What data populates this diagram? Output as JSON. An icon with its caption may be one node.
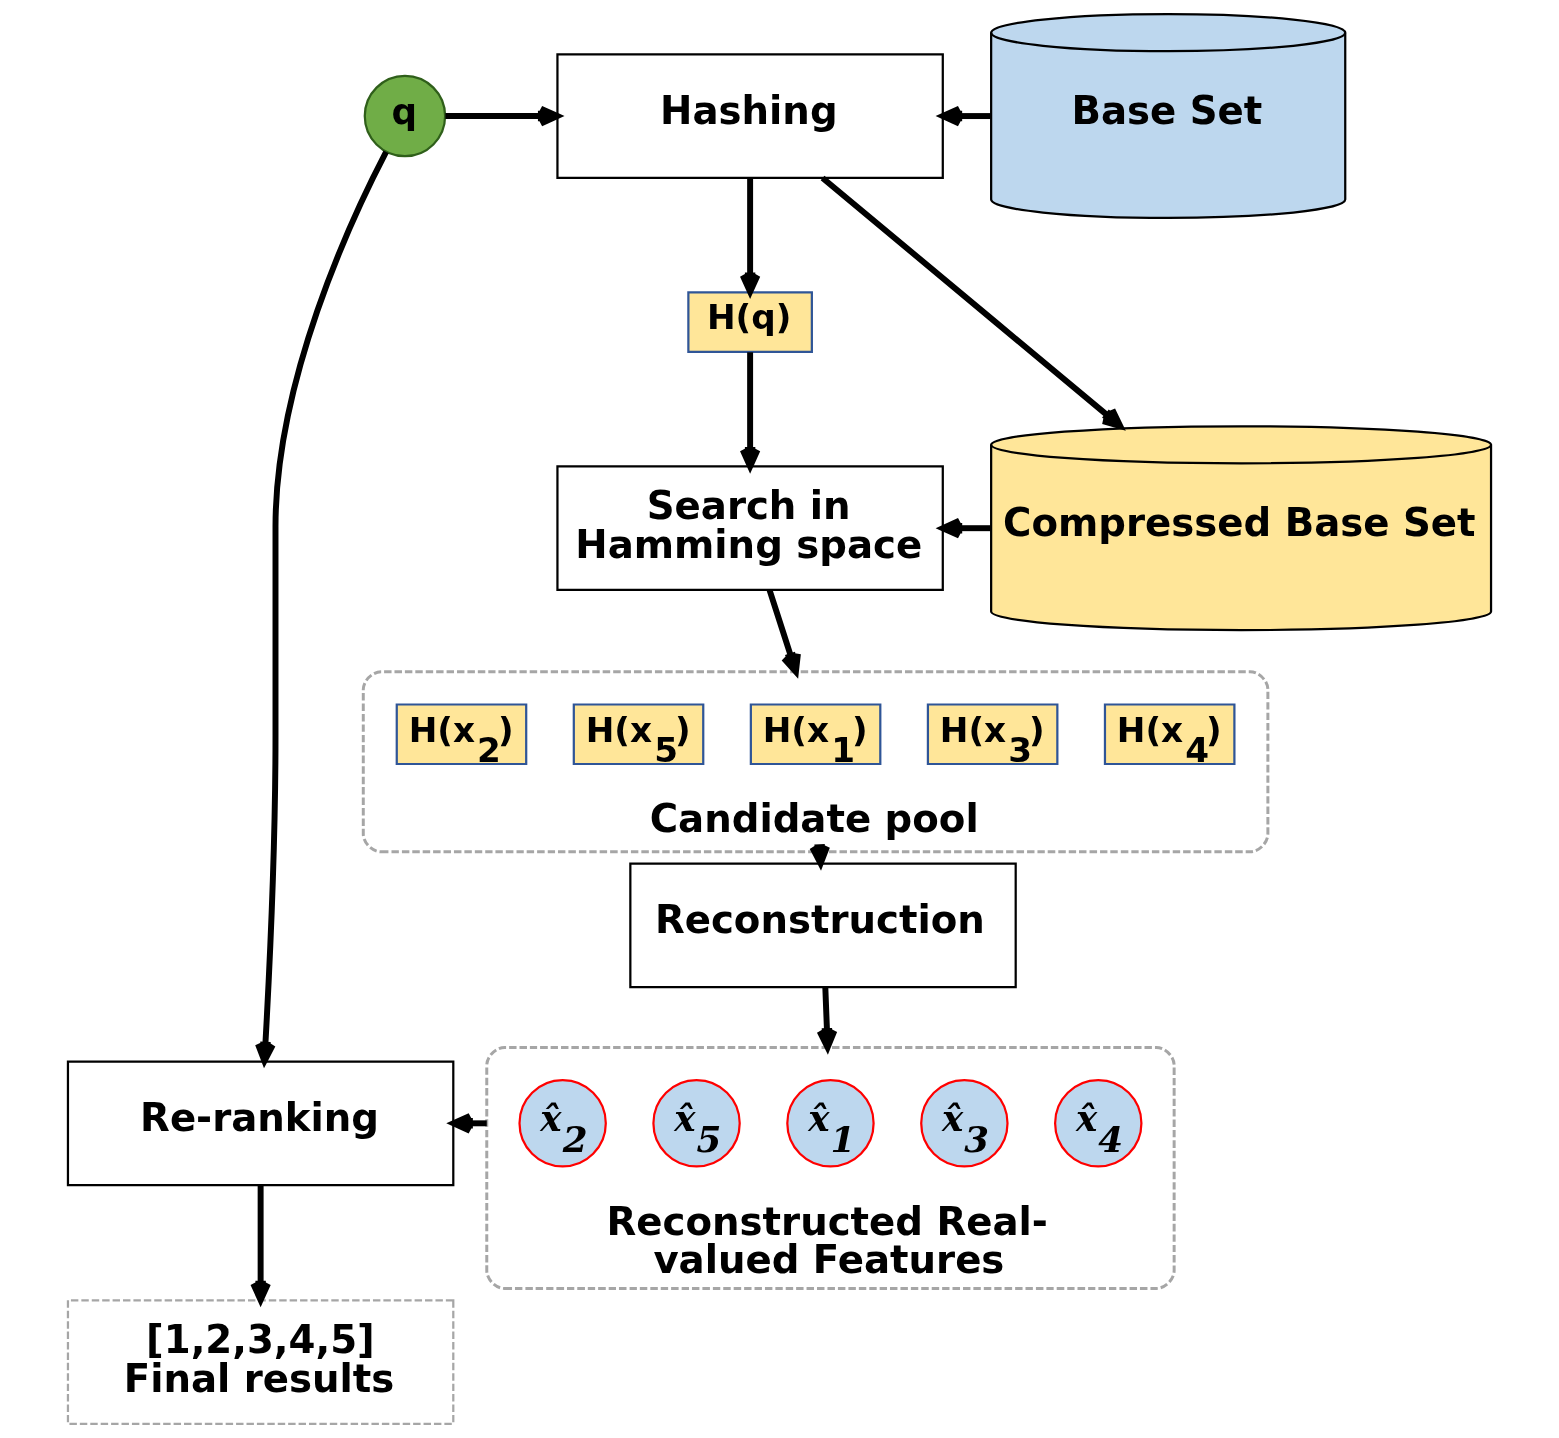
{
  "diagram": {
    "nodes": [
      {
        "text": [
          "q"
        ]
      },
      {
        "text": [
          "Hashing"
        ]
      },
      {
        "text": [
          "Base Set"
        ]
      },
      {
        "text": [
          "H(q)"
        ]
      },
      {
        "text": [
          "Search in Hamming space"
        ]
      },
      {
        "text": [
          "Compressed Base Set"
        ]
      },
      {
        "text": [
          "Candidate pool"
        ]
      },
      {
        "text": [
          "H(x$_{2}$)"
        ],
        "in": 6
      },
      {
        "text": [
          "H(x$_{5}$)"
        ],
        "in": 6
      },
      {
        "text": [
          "H(x$_{1}$)"
        ],
        "in": 6
      },
      {
        "text": [
          "H(x$_{3}$)"
        ],
        "in": 6
      },
      {
        "text": [
          "H(x$_{4}$)"
        ],
        "in": 6
      },
      {
        "text": [
          "Reconstruction"
        ]
      },
      {
        "text": [
          "Reconstructed Real-valued Features"
        ]
      },
      {
        "text": [
          "x̂$_{2}$"
        ],
        "in": 13
      },
      {
        "text": [
          "x̂$_{5}$"
        ],
        "in": 13
      },
      {
        "text": [
          "x̂$_{1}$"
        ],
        "in": 13
      },
      {
        "text": [
          "x̂$_{3}$"
        ],
        "in": 13
      },
      {
        "text": [
          "x̂$_{4}$"
        ],
        "in": 13
      },
      {
        "text": [
          "Re-ranking"
        ]
      },
      {
        "text": [
          "[1,2,3,4,5]",
          "Final results"
        ]
      }
    ],
    "edges": [
      {
        "from": 0,
        "to": 1,
        "arrow": "to"
      },
      {
        "from": 2,
        "to": 1,
        "arrow": "to"
      },
      {
        "from": 1,
        "to": 5,
        "arrow": "to"
      },
      {
        "from": 5,
        "to": 4,
        "arrow": "to"
      },
      {
        "from": 1,
        "to": 3,
        "arrow": "to"
      },
      {
        "from": 3,
        "to": 4,
        "arrow": "to"
      },
      {
        "from": 4,
        "to": 6,
        "arrow": "to"
      },
      {
        "from": 6,
        "to": 12,
        "arrow": "to"
      },
      {
        "from": 12,
        "to": 13,
        "arrow": "to"
      },
      {
        "from": 13,
        "to": 19,
        "arrow": "to"
      },
      {
        "from": 0,
        "to": 19,
        "arrow": "to"
      },
      {
        "from": 19,
        "to": 20,
        "arrow": "to"
      }
    ]
  }
}
